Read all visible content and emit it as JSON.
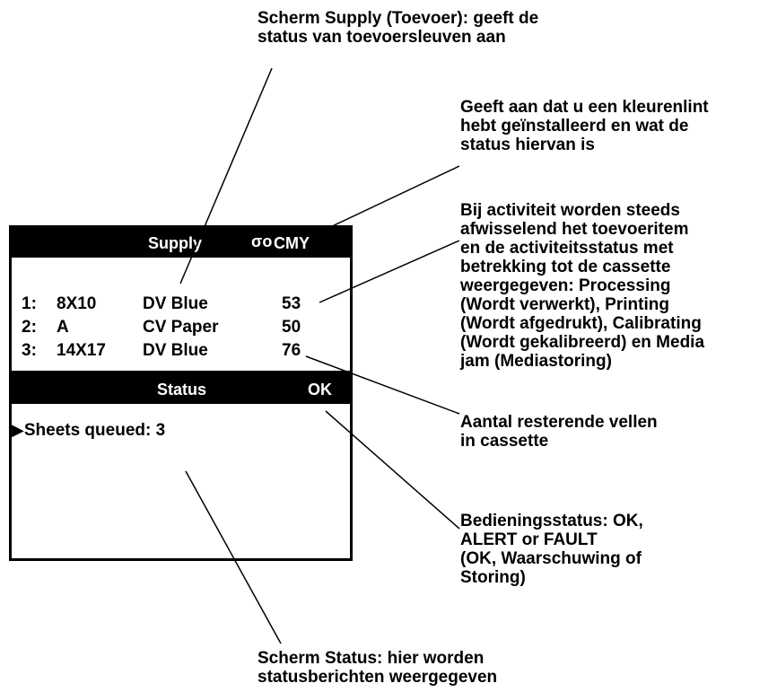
{
  "callouts": {
    "supply_screen": [
      "Scherm Supply (Toevoer): geeft de",
      "status van toevoersleuven aan"
    ],
    "ribbon": [
      "Geeft aan dat u een kleurenlint",
      "hebt geïnstalleerd en wat de",
      "status hiervan is"
    ],
    "activity": [
      "Bij activiteit worden steeds",
      "afwisselend het toevoeritem",
      "en de activiteitsstatus met",
      "betrekking tot de cassette",
      "weergegeven: Processing",
      "(Wordt verwerkt), Printing",
      "(Wordt afgedrukt), Calibrating",
      "(Wordt gekalibreerd) en Media",
      "jam (Mediastoring)"
    ],
    "remaining": [
      "Aantal resterende vellen",
      "in cassette"
    ],
    "operating": [
      "Bedieningsstatus: OK,",
      "ALERT or FAULT",
      "(OK, Waarschuwing of",
      "Storing)"
    ],
    "status_screen": [
      "Scherm Status: hier worden",
      "statusberichten weergegeven"
    ]
  },
  "supply_panel": {
    "title": "Supply",
    "ribbon_icon": "ribbon-cassette-icon",
    "ribbon_glyph": "σο",
    "ribbon_label": "CMY",
    "rows": [
      {
        "slot": "1:",
        "size": "8X10",
        "media": "DV Blue",
        "count": "53"
      },
      {
        "slot": "2:",
        "size": "A",
        "media": "CV Paper",
        "count": "50"
      },
      {
        "slot": "3:",
        "size": "14X17",
        "media": "DV Blue",
        "count": "76"
      }
    ]
  },
  "status_panel": {
    "title": "Status",
    "state": "OK",
    "pointer_icon": "play-arrow-icon",
    "pointer_glyph": "▶",
    "message": "Sheets queued: 3"
  }
}
